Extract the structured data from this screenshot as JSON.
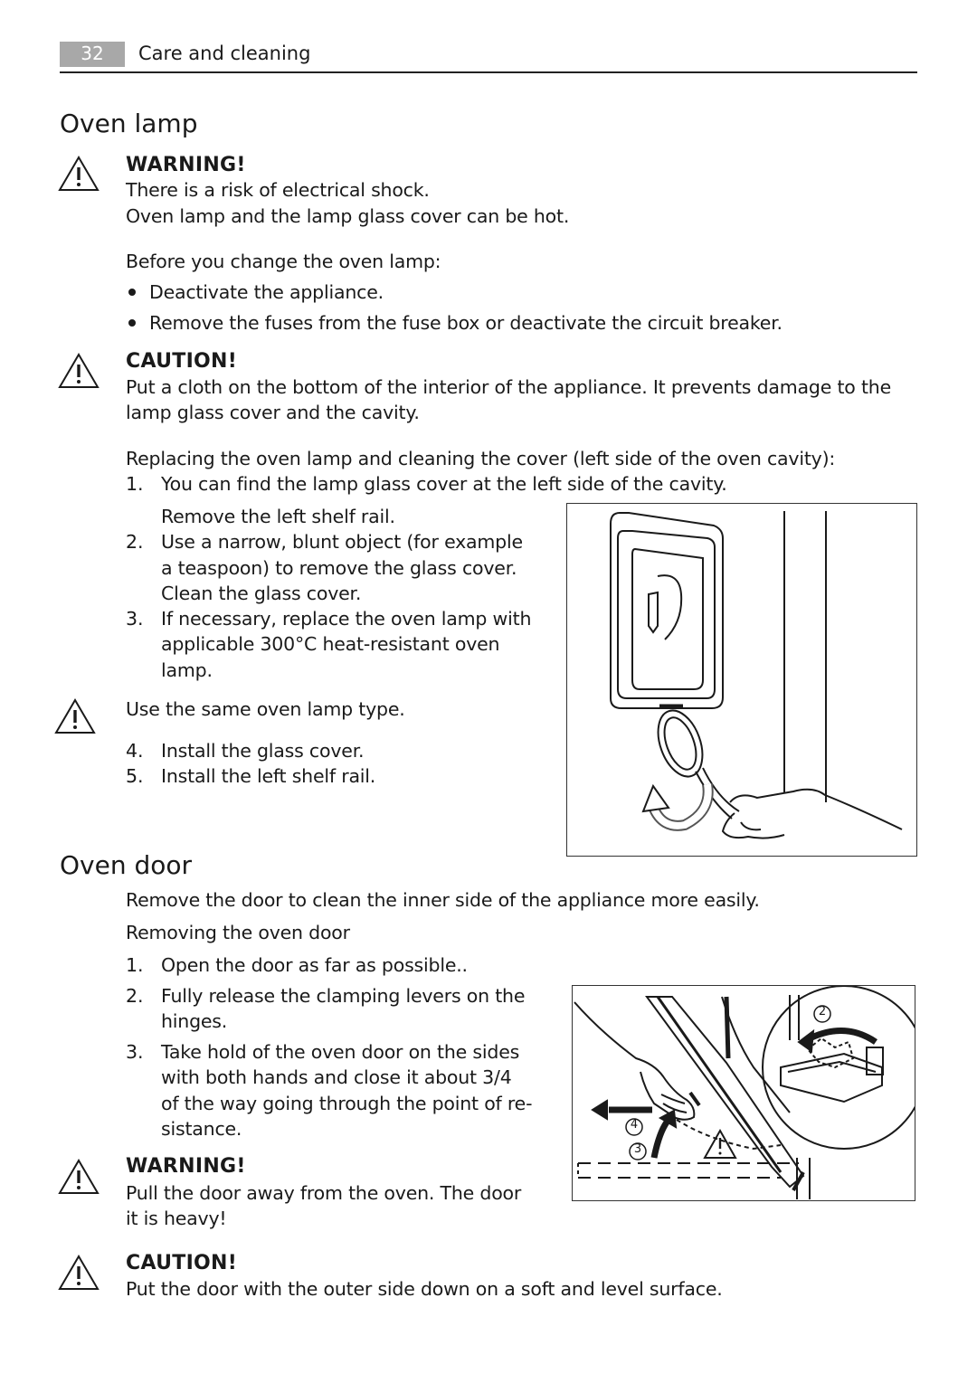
{
  "header": {
    "page_number": "32",
    "section": "Care and cleaning"
  },
  "oven_lamp": {
    "title": "Oven lamp",
    "warning1": {
      "label": "WARNING!",
      "line1": "There is a risk of electrical shock.",
      "line2": "Oven lamp and the lamp glass cover can be hot."
    },
    "before_heading": "Before you change the oven lamp:",
    "bullets": [
      "Deactivate the appliance.",
      "Remove the fuses from the fuse box or deactivate the circuit breaker."
    ],
    "caution1": {
      "label": "CAUTION!",
      "line1": "Put a cloth on the bottom of the interior of the appliance. It prevents damage to the",
      "line2": "lamp glass cover and the cavity."
    },
    "replacing_intro": "Replacing the oven lamp and cleaning the cover (left side of the oven cavity):",
    "steps": [
      {
        "num": "1.",
        "lines": [
          "You can find the lamp glass cover at the left side of the cavity.",
          "Remove the left shelf rail."
        ]
      },
      {
        "num": "2.",
        "lines": [
          "Use a narrow, blunt object (for example",
          "a teaspoon) to remove the glass cover.",
          "Clean the glass cover."
        ]
      },
      {
        "num": "3.",
        "lines": [
          "If necessary, replace the oven lamp with",
          "applicable 300°C heat-resistant oven",
          "lamp."
        ]
      }
    ],
    "note": "Use the same oven lamp type.",
    "steps_b": [
      {
        "num": "4.",
        "text": "Install the glass cover."
      },
      {
        "num": "5.",
        "text": "Install the left shelf rail."
      }
    ]
  },
  "oven_door": {
    "title": "Oven door",
    "intro": "Remove the door to clean the inner side of the appliance more easily.",
    "removing_heading": "Removing the oven door",
    "steps": [
      {
        "num": "1.",
        "lines": [
          "Open the door as far as possible.."
        ]
      },
      {
        "num": "2.",
        "lines": [
          "Fully release the clamping levers on the",
          "hinges."
        ]
      },
      {
        "num": "3.",
        "lines": [
          "Take hold of the oven door on the sides",
          "with both hands and close it about 3/4",
          "of the way going through the point of re-",
          "sistance."
        ]
      }
    ],
    "warning2": {
      "label": "WARNING!",
      "line1": "Pull the door away from the oven. The door",
      "line2": "it is heavy!"
    },
    "caution2": {
      "label": "CAUTION!",
      "line1": "Put the door with the outer side down on a soft and level surface."
    },
    "figure_markers": [
      "2",
      "3",
      "4"
    ]
  }
}
